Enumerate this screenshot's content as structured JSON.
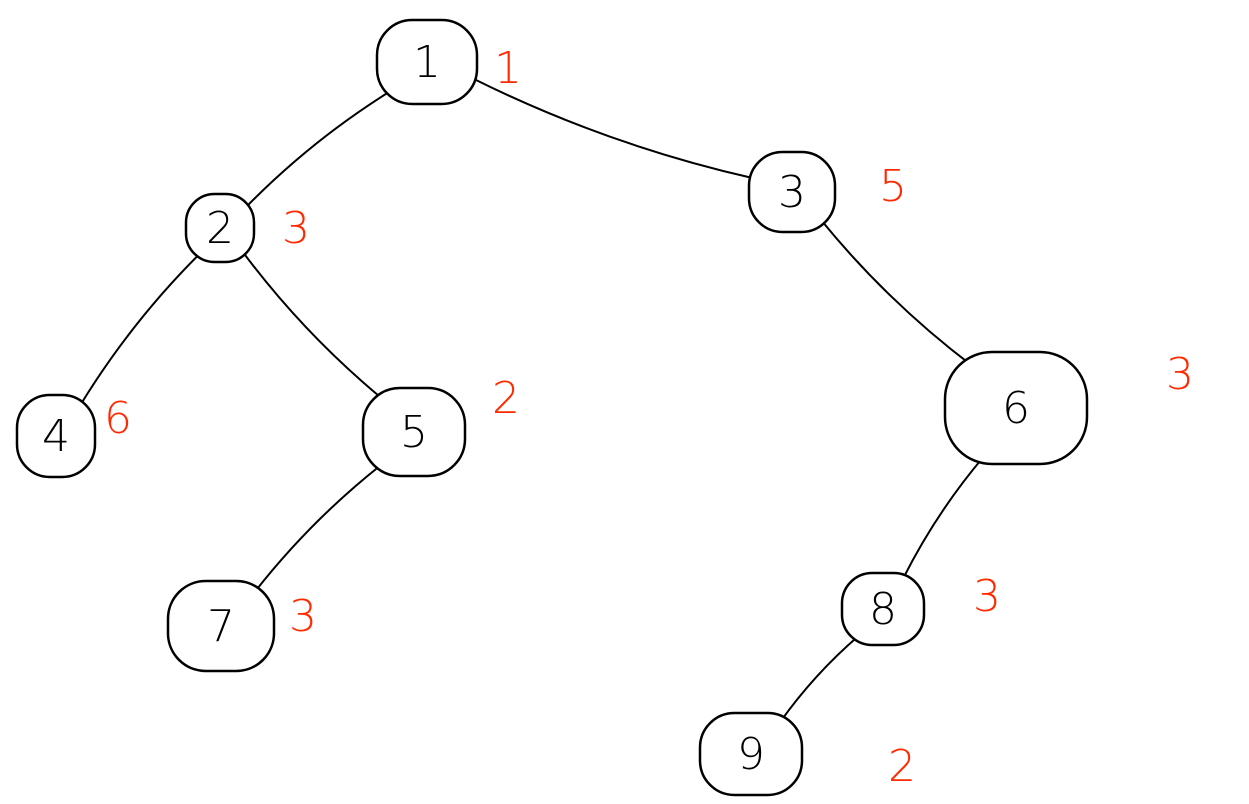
{
  "colors": {
    "ink": "#000000",
    "annotation": "#ff2a00",
    "background": "#ffffff"
  },
  "nodes": [
    {
      "id": "1",
      "label": "1",
      "annotation": "1"
    },
    {
      "id": "2",
      "label": "2",
      "annotation": "3"
    },
    {
      "id": "3",
      "label": "3",
      "annotation": "5"
    },
    {
      "id": "4",
      "label": "4",
      "annotation": "6"
    },
    {
      "id": "5",
      "label": "5",
      "annotation": "2"
    },
    {
      "id": "6",
      "label": "6",
      "annotation": "3"
    },
    {
      "id": "7",
      "label": "7",
      "annotation": "3"
    },
    {
      "id": "8",
      "label": "8",
      "annotation": "3"
    },
    {
      "id": "9",
      "label": "9",
      "annotation": "2"
    }
  ],
  "edges": [
    {
      "from": "1",
      "to": "2"
    },
    {
      "from": "1",
      "to": "3"
    },
    {
      "from": "2",
      "to": "4"
    },
    {
      "from": "2",
      "to": "5"
    },
    {
      "from": "5",
      "to": "7"
    },
    {
      "from": "3",
      "to": "6"
    },
    {
      "from": "6",
      "to": "8"
    },
    {
      "from": "8",
      "to": "9"
    }
  ]
}
